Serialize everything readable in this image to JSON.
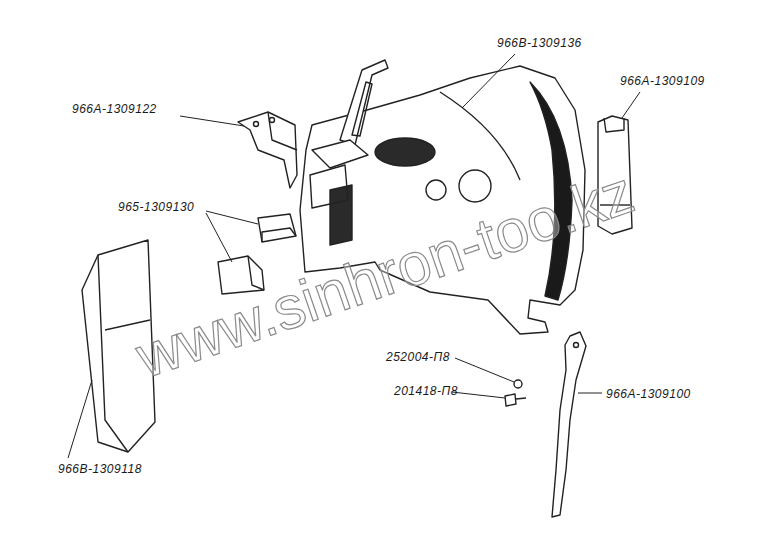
{
  "diagram": {
    "labels": [
      "966В-1309136",
      "966А-1309122",
      "966А-1309109",
      "965-1309130",
      "252004-П8",
      "201418-П8",
      "966А-1309100",
      "966В-1309118",
      "www.sinhron-too.kz"
    ]
  }
}
